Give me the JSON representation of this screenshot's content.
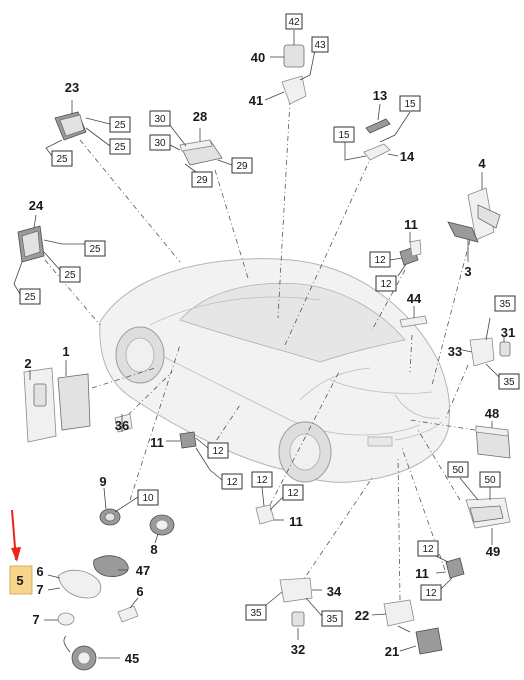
{
  "diagram": {
    "highlight_color": "#f6d58c",
    "arrow_color": "#e8261b",
    "labels": {
      "l1": "1",
      "l2": "2",
      "l3": "3",
      "l4": "4",
      "l5": "5",
      "l6": "6",
      "l6b": "6",
      "l7": "7",
      "l7b": "7",
      "l8": "8",
      "l9": "9",
      "l10": "10",
      "l11a": "11",
      "l11b": "11",
      "l11c": "11",
      "l11d": "11",
      "l12a": "12",
      "l12b": "12",
      "l12c": "12",
      "l12d": "12",
      "l12e": "12",
      "l12f": "12",
      "l12g": "12",
      "l12h": "12",
      "l13": "13",
      "l14": "14",
      "l15a": "15",
      "l15b": "15",
      "l21": "21",
      "l22": "22",
      "l23": "23",
      "l24": "24",
      "l25a": "25",
      "l25b": "25",
      "l25c": "25",
      "l25d": "25",
      "l25e": "25",
      "l25f": "25",
      "l28": "28",
      "l29a": "29",
      "l29b": "29",
      "l30a": "30",
      "l30b": "30",
      "l31": "31",
      "l32": "32",
      "l33": "33",
      "l34": "34",
      "l35a": "35",
      "l35b": "35",
      "l35c": "35",
      "l35d": "35",
      "l36": "36",
      "l40": "40",
      "l41": "41",
      "l42": "42",
      "l43": "43",
      "l44": "44",
      "l45": "45",
      "l47": "47",
      "l48": "48",
      "l49": "49",
      "l50a": "50",
      "l50b": "50"
    }
  }
}
